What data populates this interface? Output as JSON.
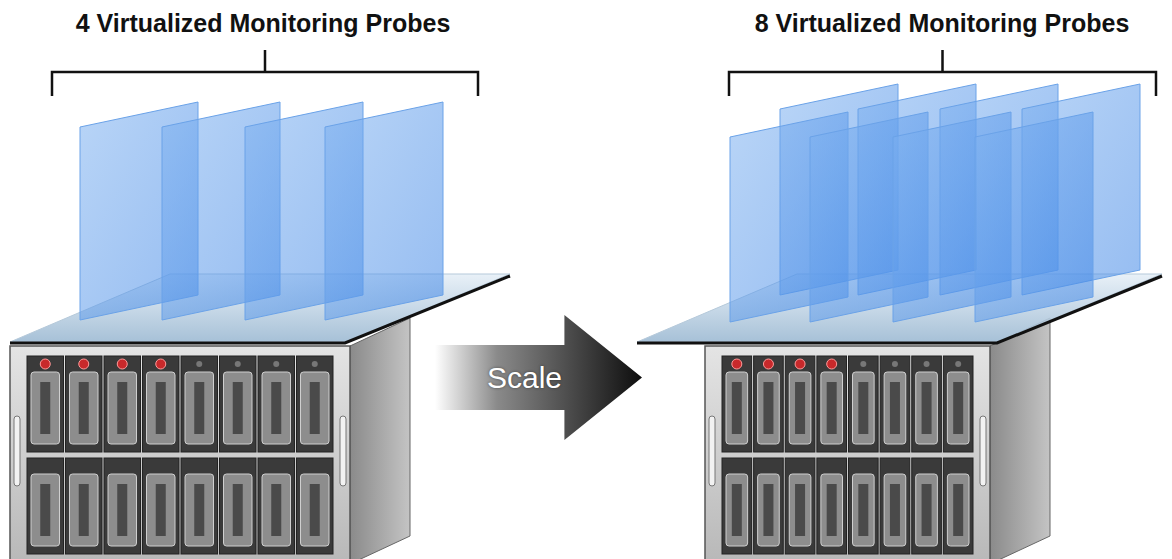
{
  "diagram": {
    "nodes": [
      {
        "text": [
          "Scale"
        ]
      }
    ],
    "labels": [
      "4 Virtualized Monitoring Probes",
      "8 Virtualized Monitoring Probes"
    ]
  }
}
